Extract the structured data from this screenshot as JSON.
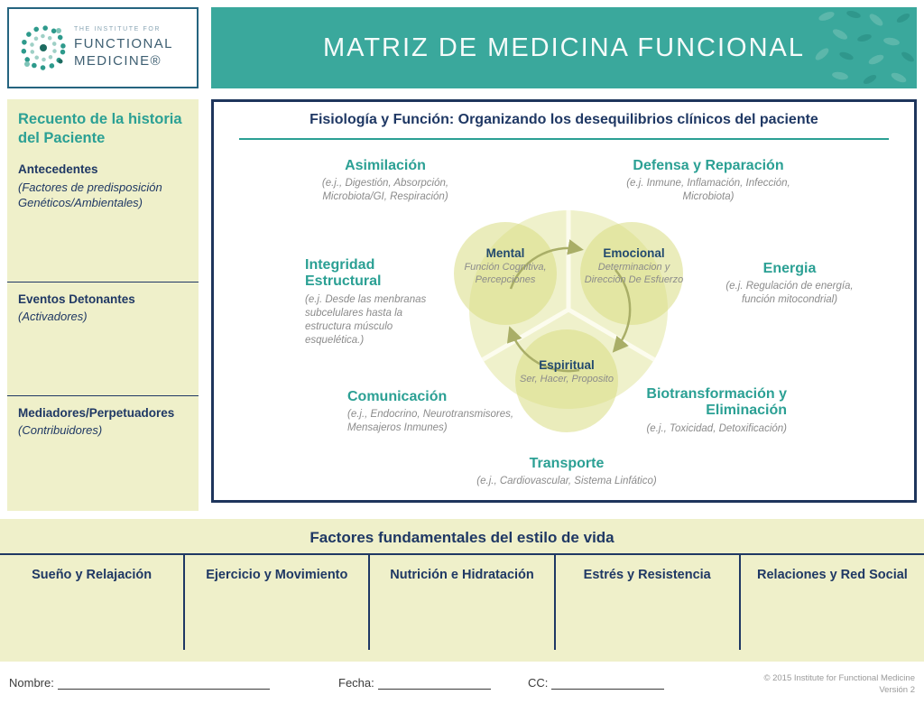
{
  "logo": {
    "line1": "THE INSTITUTE FOR",
    "line2": "FUNCTIONAL",
    "line3": "MEDICINE®"
  },
  "header": {
    "title": "MATRIZ DE MEDICINA FUNCIONAL"
  },
  "sidebar": {
    "title": "Recuento de la historia del Paciente",
    "sections": [
      {
        "heading": "Antecedentes",
        "subtext": "(Factores de predisposición Genéticos/Ambientales)"
      },
      {
        "heading": "Eventos Detonantes",
        "subtext": "(Activadores)"
      },
      {
        "heading": "Mediadores/Perpetuadores",
        "subtext": "(Contribuidores)"
      }
    ]
  },
  "matrix": {
    "title": "Fisiología y Función: Organizando los desequilibrios clínicos del paciente",
    "nodes": {
      "asimilacion": {
        "label": "Asimilación",
        "desc": "(e.j., Digestión, Absorpción, Microbiota/GI, Respiración)"
      },
      "defensa": {
        "label": "Defensa y Reparación",
        "desc": "(e.j. Inmune, Inflamación, Infección, Microbiota)"
      },
      "integridad": {
        "label": "Integridad Estructural",
        "desc": "(e.j. Desde las menbranas subcelulares hasta la estructura músculo esquelética.)"
      },
      "energia": {
        "label": "Energia",
        "desc": "(e.j. Regulación de energía, función mitocondrial)"
      },
      "comunicacion": {
        "label": "Comunicación",
        "desc": "(e.j., Endocrino, Neurotransmisores, Mensajeros Inmunes)"
      },
      "biotransformacion": {
        "label": "Biotransformación y Eliminación",
        "desc": "(e.j., Toxicidad, Detoxificación)"
      },
      "transporte": {
        "label": "Transporte",
        "desc": "(e.j., Cardiovascular, Sistema Linfático)"
      }
    },
    "venn": {
      "mental": {
        "label": "Mental",
        "desc": "Función Cognitiva, Percepciones"
      },
      "emocional": {
        "label": "Emocional",
        "desc": "Determinacion y Dirección De Esfuerzo"
      },
      "espiritual": {
        "label": "Espiritual",
        "desc": "Ser, Hacer, Proposito"
      }
    }
  },
  "lifestyle": {
    "title": "Factores fundamentales del estilo de vida",
    "columns": [
      "Sueño y Relajación",
      "Ejercicio y Movimiento",
      "Nutrición e Hidratación",
      "Estrés y Resistencia",
      "Relaciones y Red Social"
    ]
  },
  "footer": {
    "name_label": "Nombre:",
    "date_label": "Fecha:",
    "cc_label": "CC:",
    "copyright": "© 2015 Institute for Functional Medicine",
    "version": "Versión 2"
  },
  "colors": {
    "teal": "#3aa89c",
    "navy": "#1f3864",
    "cream": "#eff0ca",
    "teal_text": "#2ba094",
    "gray_text": "#8b8b8b"
  }
}
